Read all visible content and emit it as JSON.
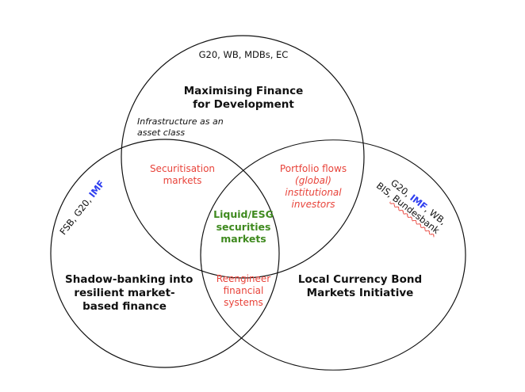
{
  "circles": [
    {
      "id": "mfd",
      "actors": "G20, WB, MDBs, EC",
      "title_lines": [
        "Maximising Finance",
        "for Development"
      ]
    },
    {
      "id": "shadow",
      "actors_prefix": "FSB, G20, ",
      "actors_highlight": "IMF",
      "title_lines": [
        "Shadow-banking into",
        "resilient market-",
        "based finance"
      ]
    },
    {
      "id": "lcbm",
      "actors_line1_prefix": "G20, ",
      "actors_line1_highlight": "IMF",
      "actors_line1_suffix": ", WB,",
      "actors_line2_prefix": "BIS, ",
      "actors_line2_underlined": "Bundesbank",
      "title_lines": [
        "Local Currency Bond",
        "Markets Initiative"
      ]
    }
  ],
  "note": [
    "Infrastructure as an",
    "asset class"
  ],
  "intersections": {
    "mfd_shadow": [
      "Securitisation",
      "markets"
    ],
    "mfd_lcbm": {
      "line1": "Portfolio flows",
      "line2": "(global)",
      "line3": "institutional",
      "line4": "investors"
    },
    "shadow_lcbm": [
      "Reengineer",
      "financial",
      "systems"
    ],
    "center": [
      "Liquid/ESG",
      "securities",
      "markets"
    ]
  },
  "colors": {
    "actor_highlight": "#2f3ff0",
    "overlap_text": "#e8433a",
    "center_text": "#3f8a1f"
  }
}
